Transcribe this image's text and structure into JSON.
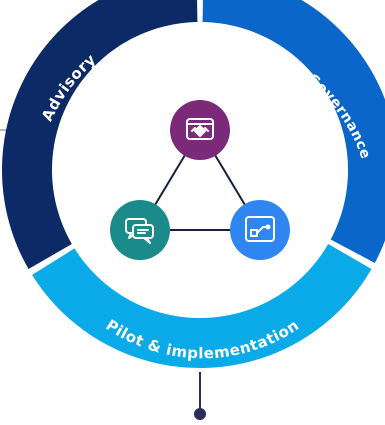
{
  "segments": [
    {
      "id": "advisory",
      "label": "Advisory",
      "color": "#0b2a66"
    },
    {
      "id": "governance",
      "label": "Governance",
      "color": "#0a66c8"
    },
    {
      "id": "pilot",
      "label": "Pilot & implementation",
      "color": "#0aaae8"
    }
  ],
  "nodes": [
    {
      "id": "top",
      "icon": "app-window-icon",
      "color": "#7a2a78"
    },
    {
      "id": "left",
      "icon": "chat-bubbles-icon",
      "color": "#1b8a8a"
    },
    {
      "id": "right",
      "icon": "workflow-icon",
      "color": "#2f86f0"
    }
  ],
  "colors": {
    "connector": "#2a2d55",
    "triangle_lines": "#1a1f40",
    "ring_gap": "#ffffff",
    "side_line": "#b5bac6"
  }
}
